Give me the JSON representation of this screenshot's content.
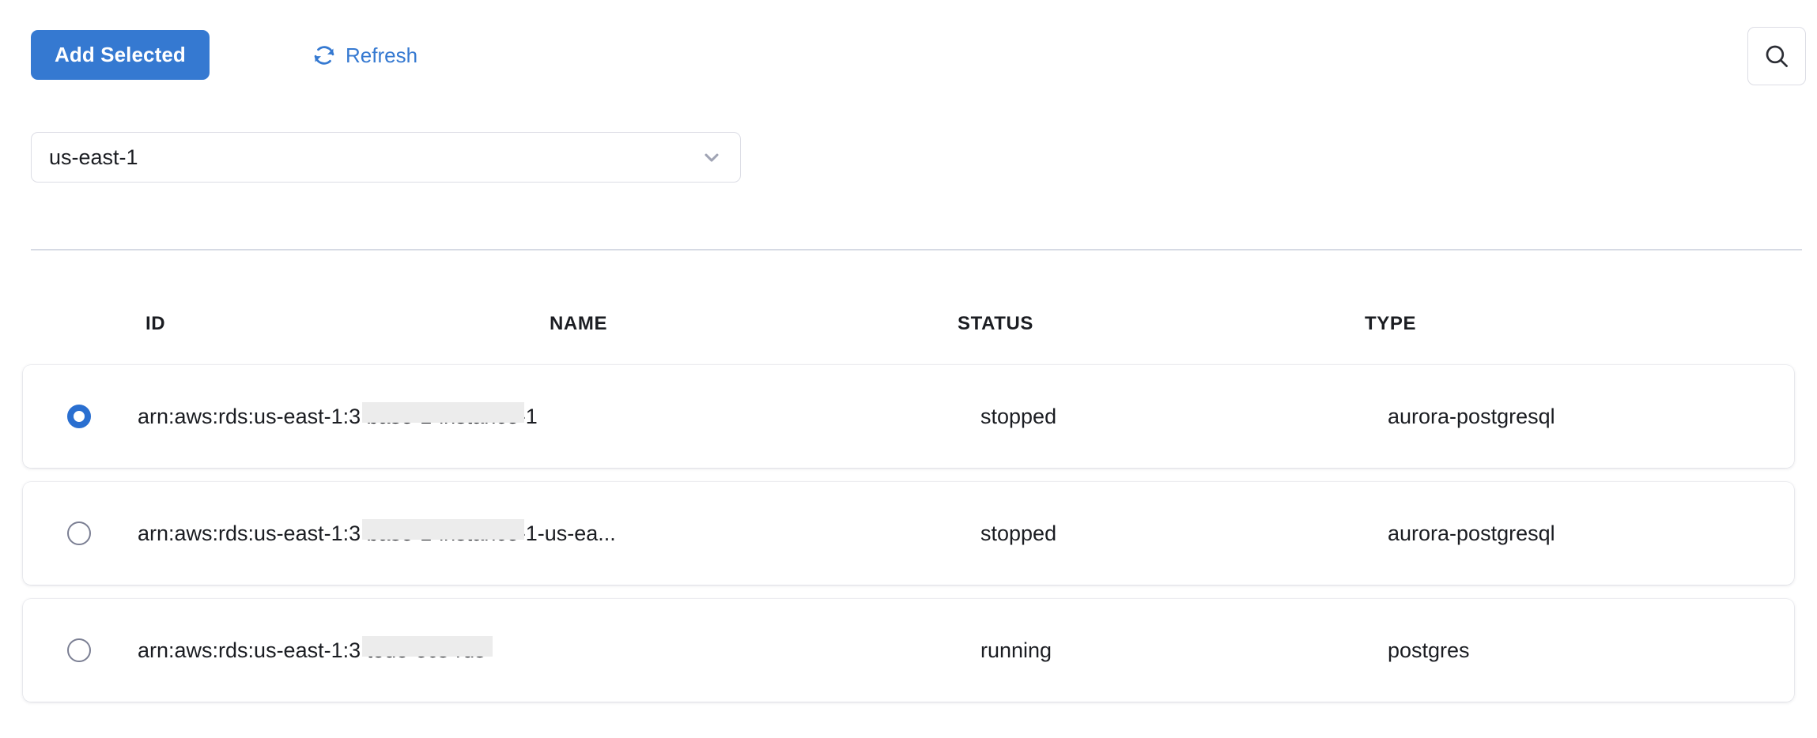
{
  "toolbar": {
    "add_selected_label": "Add Selected",
    "refresh_label": "Refresh",
    "refresh_icon": "refresh-icon",
    "search_icon": "search-icon",
    "accent_color": "#3579d1"
  },
  "region_filter": {
    "value": "us-east-1",
    "chevron_icon": "chevron-down-icon"
  },
  "table": {
    "columns": [
      "ID",
      "NAME",
      "STATUS",
      "TYPE"
    ],
    "rows": [
      {
        "selected": true,
        "id": "arn:aws:rds:us-east-1:3                      base-1-instance-1",
        "id_prefix": "arn:aws:rds:us-east-1:3",
        "id_redacted": "            ",
        "id_suffix": "base-1-instance-1",
        "name": "",
        "status": "stopped",
        "type": "aurora-postgresql"
      },
      {
        "selected": false,
        "id": "arn:aws:rds:us-east-1:3                      base-1-instance-1-us-ea...",
        "id_prefix": "arn:aws:rds:us-east-1:3",
        "id_redacted": "            ",
        "id_suffix": "base-1-instance-1-us-ea...",
        "name": "",
        "status": "stopped",
        "type": "aurora-postgresql"
      },
      {
        "selected": false,
        "id": "arn:aws:rds:us-east-1:3                  todo-ecs-rds",
        "id_prefix": "arn:aws:rds:us-east-1:3",
        "id_redacted": "          ",
        "id_suffix": "todo-ecs-rds",
        "name": "",
        "status": "running",
        "type": "postgres"
      }
    ]
  }
}
